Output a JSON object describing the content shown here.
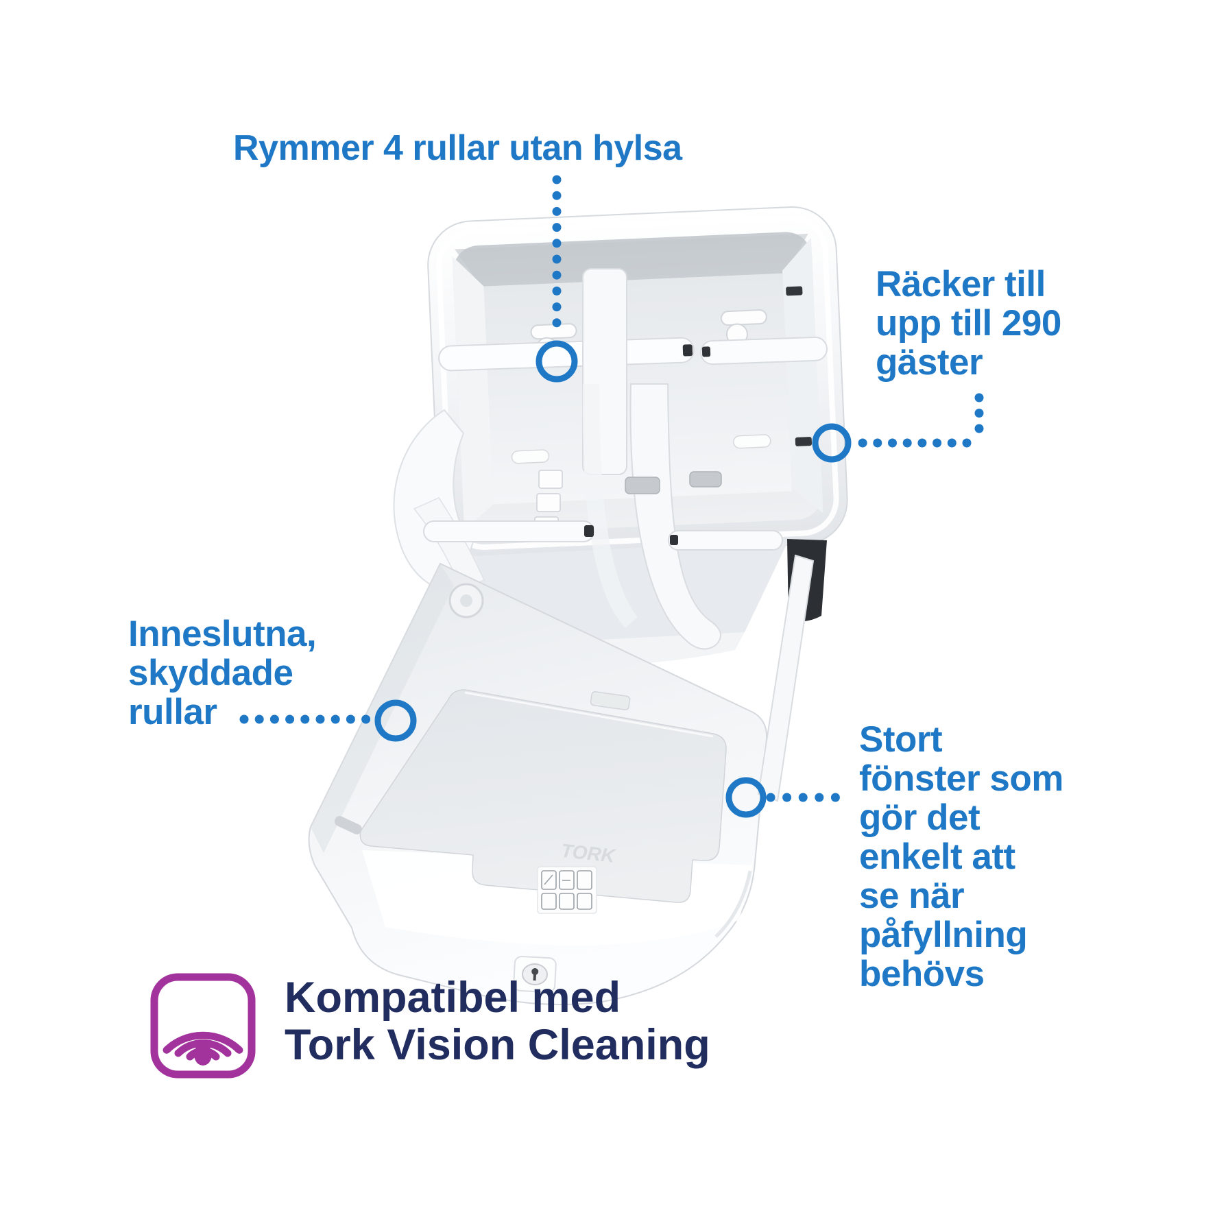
{
  "colors": {
    "callout_blue": "#1e78c6",
    "badge_navy": "#212c5f",
    "badge_purple": "#a3339c",
    "background": "#ffffff"
  },
  "callouts": [
    {
      "id": "capacity",
      "text": "Rymmer 4 rullar utan hylsa"
    },
    {
      "id": "guests",
      "lines": [
        "Räcker till",
        "upp till 290",
        "gäster"
      ]
    },
    {
      "id": "protected",
      "lines": [
        "Inneslutna,",
        "skyddade",
        "rullar"
      ]
    },
    {
      "id": "window",
      "lines": [
        "Stort",
        "fönster som",
        "gör det",
        "enkelt att",
        "se när",
        "påfyllning",
        "behövs"
      ]
    }
  ],
  "badge": {
    "icon": "wifi-icon",
    "lines": [
      "Kompatibel med",
      "Tork Vision Cleaning"
    ]
  },
  "product": {
    "brand_emboss": "TORK",
    "description": "Open white paper-towel roll dispenser"
  }
}
